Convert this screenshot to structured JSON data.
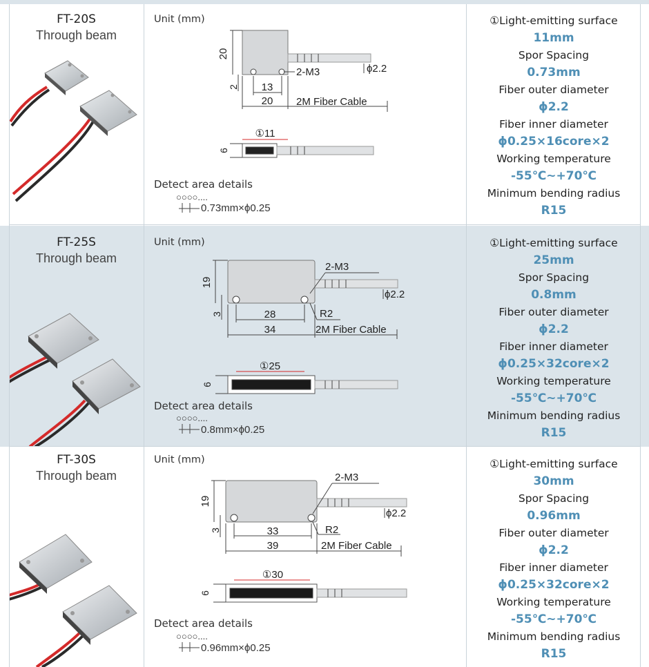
{
  "colors": {
    "accent_value": "#4f8fb5",
    "row_shade": "#dbe4ea",
    "grid_line": "#c9d3da"
  },
  "rows": [
    {
      "model": "FT-20S",
      "type": "Through beam",
      "unit": "Unit (mm)",
      "dims": {
        "height": "20",
        "offset": "2",
        "hole_pitch": "13",
        "width": "20",
        "screw": "2-M3",
        "fiber_dia": "ϕ2.2",
        "cable": "2M Fiber Cable",
        "thickness": "6",
        "window": "①11",
        "radius": ""
      },
      "detect_label": "Detect area details",
      "detect_dots": "○○○○....",
      "detect_value": "0.73mm×ϕ0.25",
      "specs": [
        {
          "label": "①Light-emitting surface",
          "value": "11mm"
        },
        {
          "label": "Spor Spacing",
          "value": "0.73mm"
        },
        {
          "label": "Fiber outer diameter",
          "value": "ϕ2.2"
        },
        {
          "label": "Fiber inner diameter",
          "value": "ϕ0.25×16core×2"
        },
        {
          "label": "Working temperature",
          "value": "-55℃~+70℃"
        },
        {
          "label": "Minimum bending radius",
          "value": "R15"
        }
      ]
    },
    {
      "model": "FT-25S",
      "type": "Through beam",
      "unit": "Unit (mm)",
      "dims": {
        "height": "19",
        "offset": "3",
        "hole_pitch": "28",
        "width": "34",
        "screw": "2-M3",
        "fiber_dia": "ϕ2.2",
        "cable": "2M Fiber Cable",
        "thickness": "6",
        "window": "①25",
        "radius": "R2"
      },
      "detect_label": "Detect area details",
      "detect_dots": "○○○○....",
      "detect_value": "0.8mm×ϕ0.25",
      "specs": [
        {
          "label": "①Light-emitting surface",
          "value": "25mm"
        },
        {
          "label": "Spor Spacing",
          "value": "0.8mm"
        },
        {
          "label": "Fiber outer diameter",
          "value": "ϕ2.2"
        },
        {
          "label": "Fiber inner diameter",
          "value": "ϕ0.25×32core×2"
        },
        {
          "label": "Working temperature",
          "value": "-55℃~+70℃"
        },
        {
          "label": "Minimum bending radius",
          "value": "R15"
        }
      ]
    },
    {
      "model": "FT-30S",
      "type": "Through beam",
      "unit": "Unit (mm)",
      "dims": {
        "height": "19",
        "offset": "3",
        "hole_pitch": "33",
        "width": "39",
        "screw": "2-M3",
        "fiber_dia": "ϕ2.2",
        "cable": "2M Fiber Cable",
        "thickness": "6",
        "window": "①30",
        "radius": "R2"
      },
      "detect_label": "Detect area details",
      "detect_dots": "○○○○....",
      "detect_value": "0.96mm×ϕ0.25",
      "specs": [
        {
          "label": "①Light-emitting surface",
          "value": "30mm"
        },
        {
          "label": "Spor Spacing",
          "value": "0.96mm"
        },
        {
          "label": "Fiber outer diameter",
          "value": "ϕ2.2"
        },
        {
          "label": "Fiber inner diameter",
          "value": "ϕ0.25×32core×2"
        },
        {
          "label": "Working temperature",
          "value": "-55℃~+70℃"
        },
        {
          "label": "Minimum bending radius",
          "value": "R15"
        }
      ]
    }
  ]
}
